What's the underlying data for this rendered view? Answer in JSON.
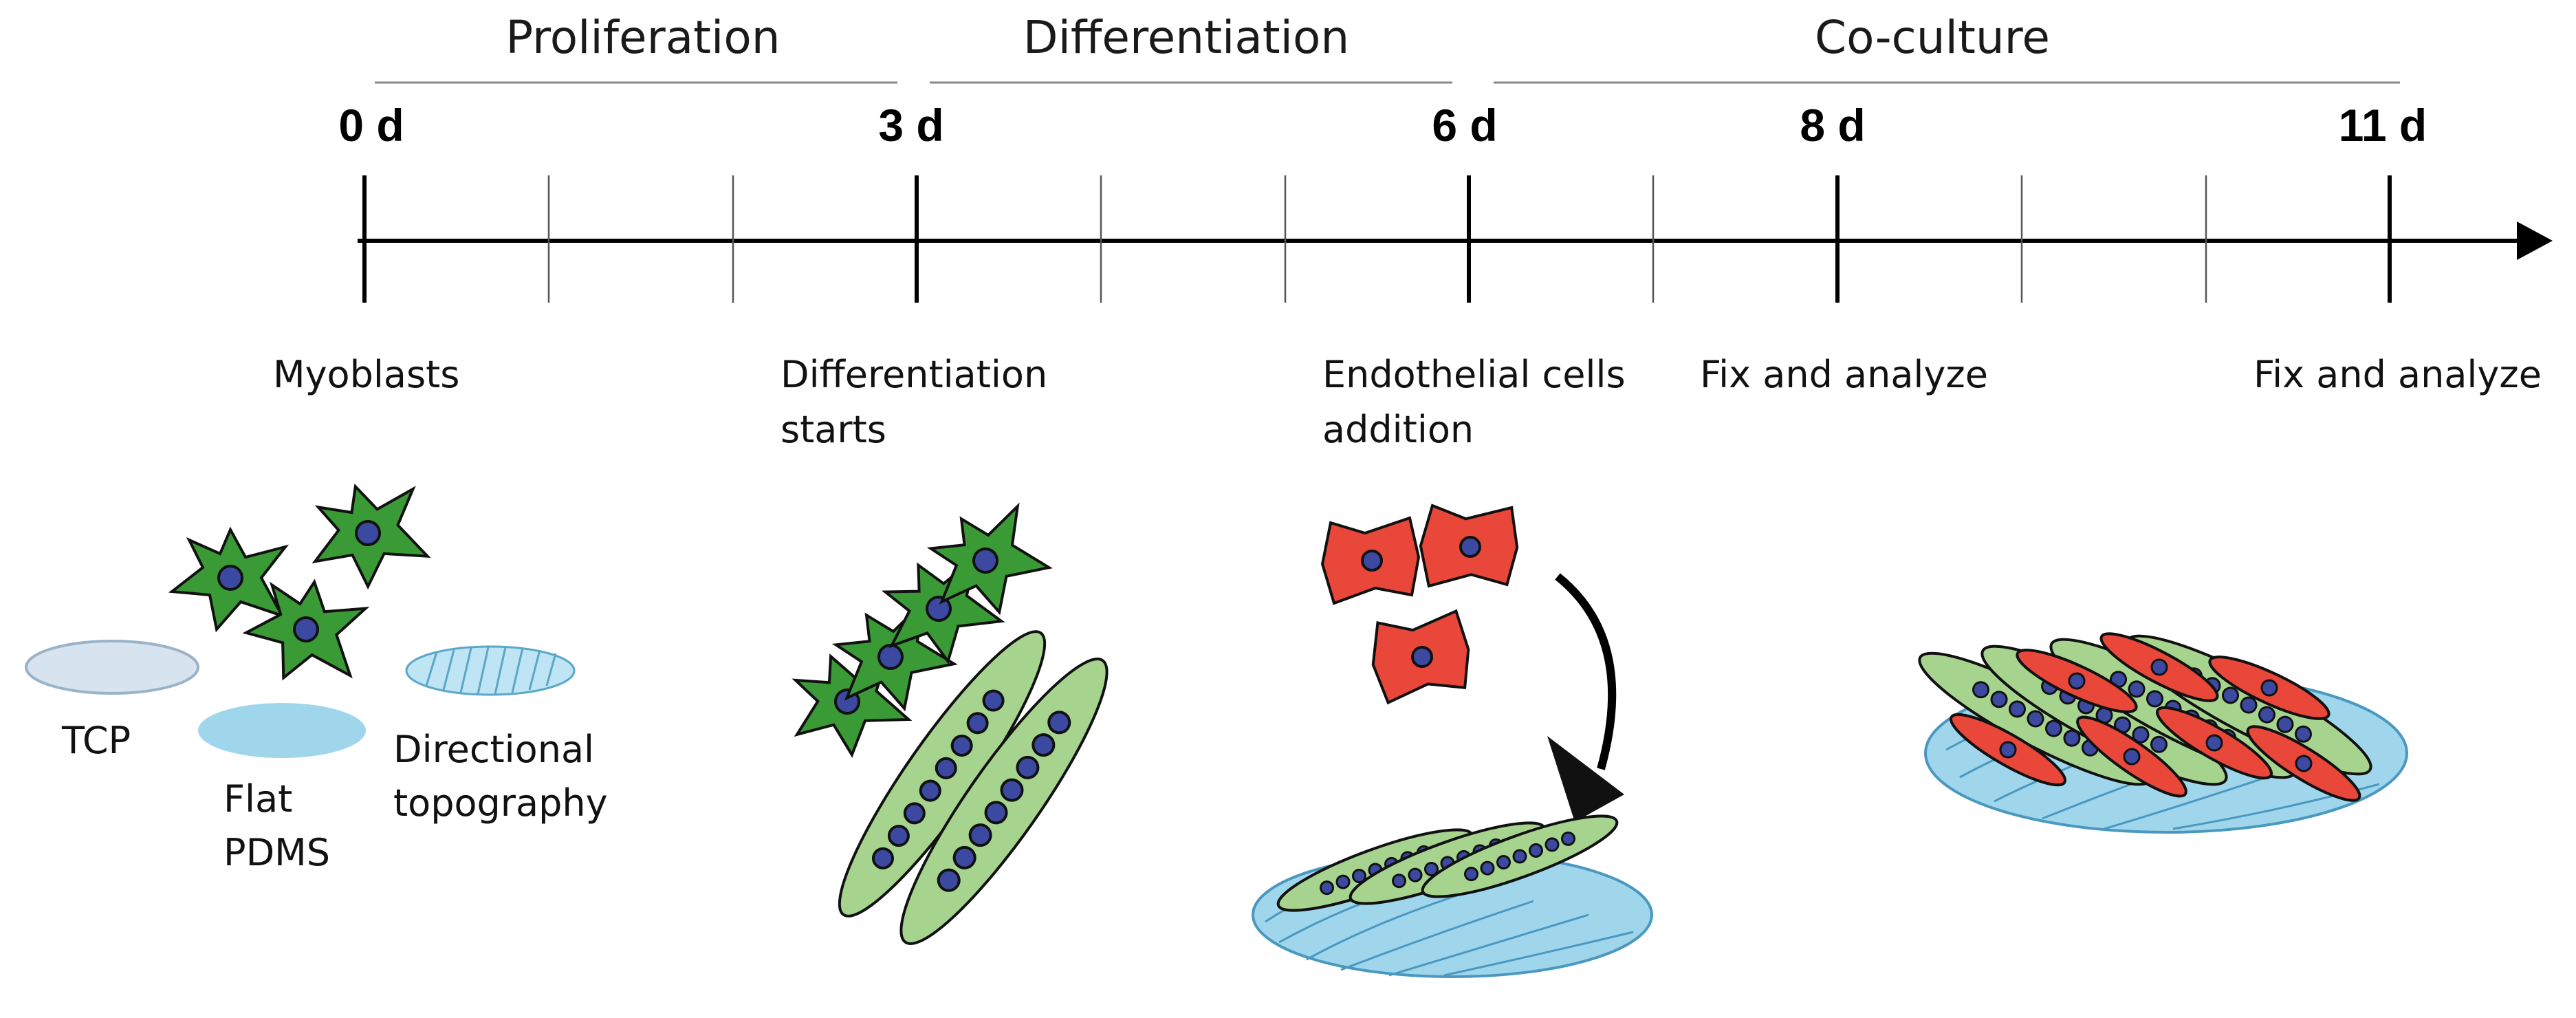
{
  "phases": [
    {
      "label": "Proliferation"
    },
    {
      "label": "Differentiation"
    },
    {
      "label": "Co-culture"
    }
  ],
  "timepoints": [
    {
      "label": "0 d",
      "day": 0
    },
    {
      "label": "3 d",
      "day": 3
    },
    {
      "label": "6 d",
      "day": 6
    },
    {
      "label": "8 d",
      "day": 8
    },
    {
      "label": "11 d",
      "day": 11
    }
  ],
  "events": [
    {
      "lines": [
        "Myoblasts"
      ]
    },
    {
      "lines": [
        "Differentiation",
        "starts"
      ]
    },
    {
      "lines": [
        "Endothelial cells",
        "addition"
      ]
    },
    {
      "lines": [
        "Fix and analyze"
      ]
    },
    {
      "lines": [
        "Fix and analyze"
      ]
    }
  ],
  "substrates": {
    "tcp": "TCP",
    "flat_pdms": [
      "Flat",
      "PDMS"
    ],
    "directional": [
      "Directional",
      "topography"
    ]
  },
  "colors": {
    "myoblast": "#3a9a35",
    "myotube": "#a6d48e",
    "endothelial": "#e8473a",
    "nucleus": "#3b4aa0",
    "substrate": "#9fd6ec",
    "tcp": "#d7e3ee"
  }
}
